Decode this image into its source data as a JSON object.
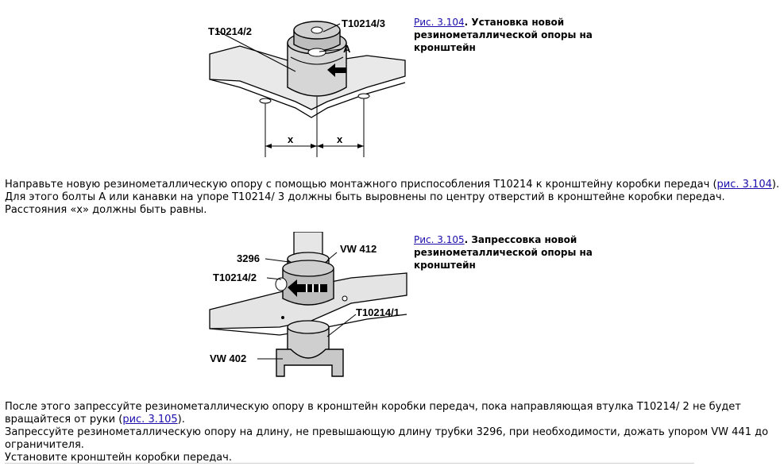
{
  "figure1": {
    "labels": {
      "part_2": "T10214/2",
      "part_3": "T10214/3",
      "bolt": "A",
      "dist_left": "x",
      "dist_right": "x"
    },
    "caption_link": "Рис. 3.104",
    "caption_text": ". Установка новой резинометаллической опоры на кронштейн"
  },
  "paragraph1": {
    "line1_pre": "Направьте новую резинометаллическую опору с помощью монтажного приспособления T10214 к кронштейну коробки передач (",
    "line1_link": "рис. 3.104",
    "line1_post": ").",
    "line2": "Для этого болты А или канавки на упоре T10214/ 3 должны быть выровнены по центру отверстий в кронштейне коробки передач.",
    "line3": "Расстояния «x» должны быть равны."
  },
  "figure2": {
    "labels": {
      "tube": "3296",
      "press": "VW 412",
      "guide": "T10214/2",
      "support": "T10214/1",
      "base": "VW 402"
    },
    "caption_link": "Рис. 3.105",
    "caption_text": ". Запрессовка новой резинометаллической опоры на кронштейн"
  },
  "paragraph2": {
    "line1": "После этого запрессуйте резинометаллическую опору в кронштейн коробки передач, пока направляющая втулка T10214/ 2 не будет",
    "line2_pre": "вращайтеся от руки (",
    "line2_link": "рис. 3.105",
    "line2_post": ").",
    "line3": "Запрессуйте резинометаллическую опору на длину, не превышающую длину трубки 3296, при необходимости, дожать упором VW 441 до",
    "line4": "ограничителя.",
    "line5": "Установите кронштейн коробки передач."
  }
}
